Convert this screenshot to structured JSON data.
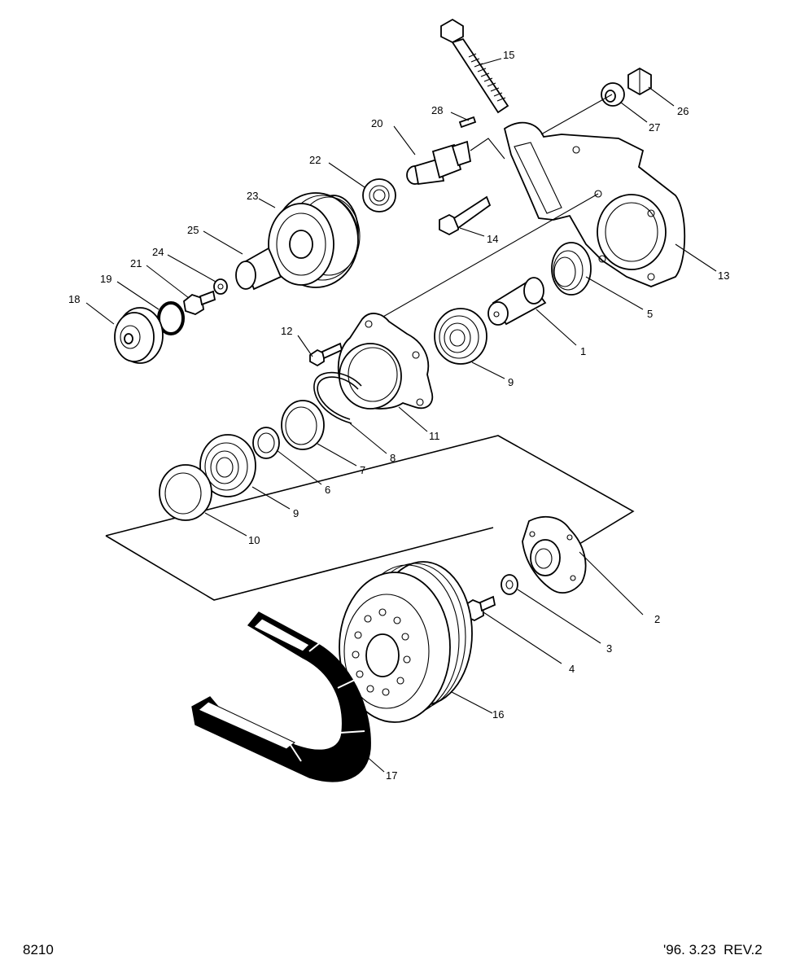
{
  "callouts": [
    "1",
    "2",
    "3",
    "4",
    "5",
    "6",
    "7",
    "8",
    "9",
    "9",
    "10",
    "11",
    "12",
    "13",
    "14",
    "15",
    "16",
    "17",
    "18",
    "19",
    "20",
    "21",
    "22",
    "23",
    "24",
    "25",
    "26",
    "27",
    "28"
  ],
  "footer": {
    "drawing_number": "8210",
    "revision": "'96. 3.23  REV.2"
  }
}
